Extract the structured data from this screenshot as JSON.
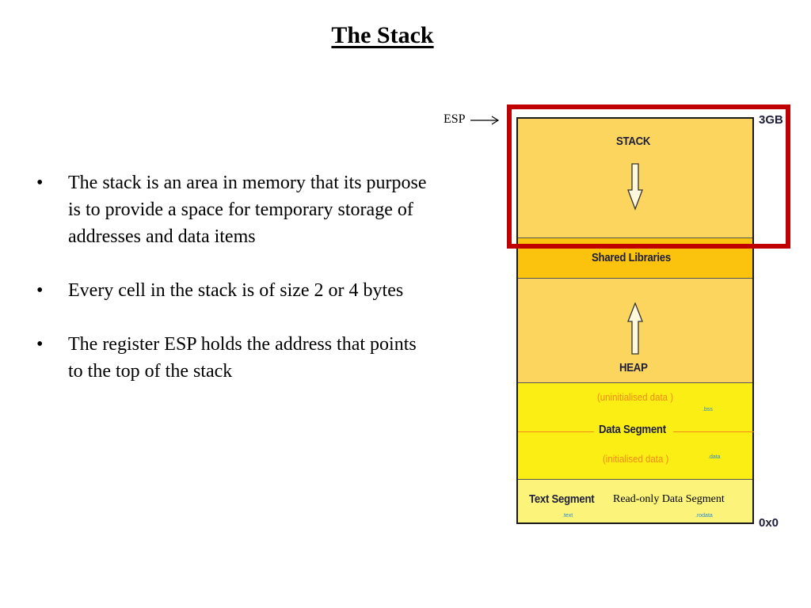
{
  "title": "The Stack",
  "bullets": [
    "The stack is an area in memory that its purpose is to provide a space for temporary storage of addresses and data items",
    "Every cell in the stack is of size 2 or 4 bytes",
    "The register ESP holds the address that points to the top of the stack"
  ],
  "bullet_glyph": "•",
  "diagram": {
    "esp_label": "ESP",
    "top_address": "3GB",
    "bottom_address": "0x0",
    "stack_label": "STACK",
    "shared_label": "Shared Libraries",
    "heap_label": "HEAP",
    "uninit_label": "(uninitialised data )",
    "bss_label": ".bss",
    "data_segment_label": "Data Segment",
    "init_label": "(initialised data )",
    "data_label": ".data",
    "text_segment_label": "Text Segment",
    "rodata_segment_label": "Read-only Data Segment",
    "text_label": ".text",
    "rodata_label": ".rodata"
  },
  "colors": {
    "stack": "#fbd55e",
    "shared": "#fbc20e",
    "heap": "#fbd55e",
    "data": "#fbee14",
    "text": "#fcf47a",
    "highlight": "#c00000",
    "annotation": "#f28a1a"
  },
  "icons": [
    "down-arrow-icon",
    "up-arrow-icon",
    "esp-pointer-arrow-icon"
  ]
}
